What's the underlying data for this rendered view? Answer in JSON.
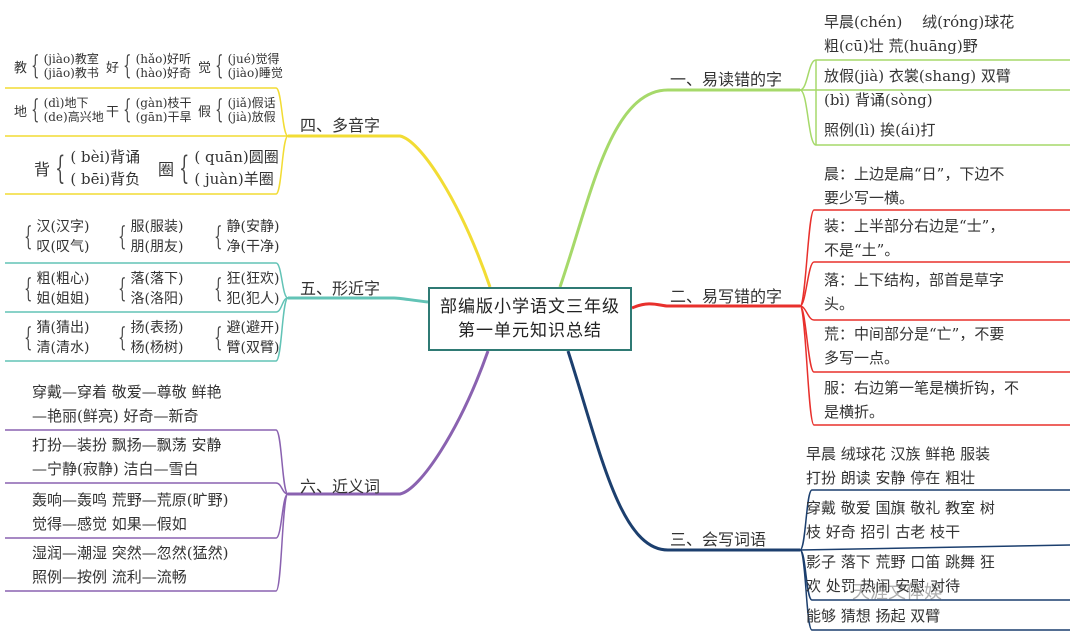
{
  "center": {
    "line1": "部编版小学语文三年级",
    "line2": "第一单元知识总结"
  },
  "branches": {
    "b1": "一、易读错的字",
    "b2": "二、易写错的字",
    "b3": "三、会写词语",
    "b4": "四、多音字",
    "b5": "五、形近字",
    "b6": "六、近义词"
  },
  "b1_leaves": [
    [
      "早晨(chén)　 绒(róng)球花",
      "粗(cū)壮  荒(huāng)野"
    ],
    [
      "放假(jià)  衣裳(shang)  双臂",
      "(bì)  背诵(sòng)"
    ],
    [
      "照例(lì)   挨(ái)打"
    ]
  ],
  "b2_leaves": [
    [
      "晨：上边是扁“日”，下边不",
      "要少写一横。"
    ],
    [
      "装：上半部分右边是“士”，",
      "不是“土”。"
    ],
    [
      "落：上下结构，部首是草字",
      "头。"
    ],
    [
      "荒：中间部分是“亡”，不要",
      "多写一点。"
    ],
    [
      "服：右边第一笔是横折钩，不",
      "是横折。"
    ]
  ],
  "b3_leaves": [
    [
      "早晨 绒球花 汉族 鲜艳 服装",
      "打扮 朗读 安静 停在 粗壮"
    ],
    [
      "穿戴 敬爱 国旗 敬礼 教室 树",
      "枝 好奇 招引 古老 枝干"
    ],
    [
      "影子 落下 荒野 口笛 跳舞 狂",
      "欢 处罚 热闹 安慰 对待"
    ],
    [
      "能够 猜想 扬起 双臂"
    ]
  ],
  "b4_groups": [
    {
      "char": "教",
      "lines": [
        "(jiào)教室",
        "(jiāo)教书"
      ]
    },
    {
      "char": "好",
      "lines": [
        "(hǎo)好听",
        "(hào)好奇"
      ]
    },
    {
      "char": "觉",
      "lines": [
        "(jué)觉得",
        "(jiào)睡觉"
      ]
    },
    {
      "char": "地",
      "lines": [
        "(dì)地下",
        "(de)高兴地"
      ]
    },
    {
      "char": "干",
      "lines": [
        "(gàn)枝干",
        "(gān)干旱"
      ]
    },
    {
      "char": "假",
      "lines": [
        "(jiǎ)假话",
        "(jià)放假"
      ]
    },
    {
      "char": "背",
      "lines": [
        "( bèi)背诵",
        "( bēi)背负"
      ]
    },
    {
      "char": "圈",
      "lines": [
        "( quān)圆圈",
        "( juàn)羊圈"
      ]
    }
  ],
  "b5_groups": [
    [
      "汉(汉字)",
      "叹(叹气)"
    ],
    [
      "服(服装)",
      "朋(朋友)"
    ],
    [
      "静(安静)",
      "净(干净)"
    ],
    [
      "粗(粗心)",
      "姐(姐姐)"
    ],
    [
      "落(落下)",
      "洛(洛阳)"
    ],
    [
      "狂(狂欢)",
      "犯(犯人)"
    ],
    [
      "猜(猜出)",
      "清(清水)"
    ],
    [
      "扬(表扬)",
      "杨(杨树)"
    ],
    [
      "避(避开)",
      "臂(双臂)"
    ]
  ],
  "b6_leaves": [
    [
      "穿戴—穿着  敬爱—尊敬  鲜艳",
      "—艳丽(鲜亮) 好奇—新奇"
    ],
    [
      "打扮—装扮  飘扬—飘荡  安静",
      "—宁静(寂静) 洁白—雪白"
    ],
    [
      "轰响—轰鸣  荒野—荒原(旷野)",
      "觉得—感觉  如果—假如"
    ],
    [
      "湿润—潮湿  突然—忽然(猛然)",
      "照例—按例  流利—流畅"
    ]
  ],
  "watermark": "天涯文体娱",
  "colors": {
    "b1": "#a6d96a",
    "b2": "#e8302c",
    "b3": "#1c3f6e",
    "b4": "#f2dc34",
    "b5": "#62c3b6",
    "b6": "#8a62b0",
    "center_border": "#2f7a74"
  }
}
